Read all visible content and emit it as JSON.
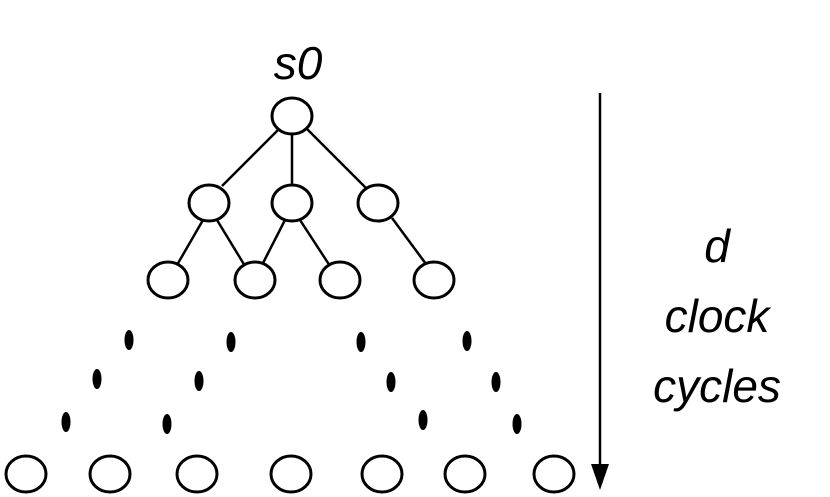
{
  "diagram": {
    "root_label": "s0",
    "depth_label": [
      "d",
      "clock",
      "cycles"
    ],
    "tree_levels": [
      {
        "level": 0,
        "node_count": 1
      },
      {
        "level": 1,
        "node_count": 3
      },
      {
        "level": 2,
        "node_count": 4
      },
      {
        "level": "leaves",
        "node_count": 7
      }
    ],
    "edges": [
      [
        "root",
        "L1-1"
      ],
      [
        "root",
        "L1-2"
      ],
      [
        "root",
        "L1-3"
      ],
      [
        "L1-1",
        "L2-1"
      ],
      [
        "L1-1",
        "L2-2"
      ],
      [
        "L1-2",
        "L2-2"
      ],
      [
        "L1-2",
        "L2-3"
      ],
      [
        "L1-3",
        "L2-4"
      ]
    ],
    "ellipsis_columns": 4,
    "arrow_direction": "down",
    "colors": {
      "stroke": "#000000",
      "background": "#ffffff"
    }
  }
}
